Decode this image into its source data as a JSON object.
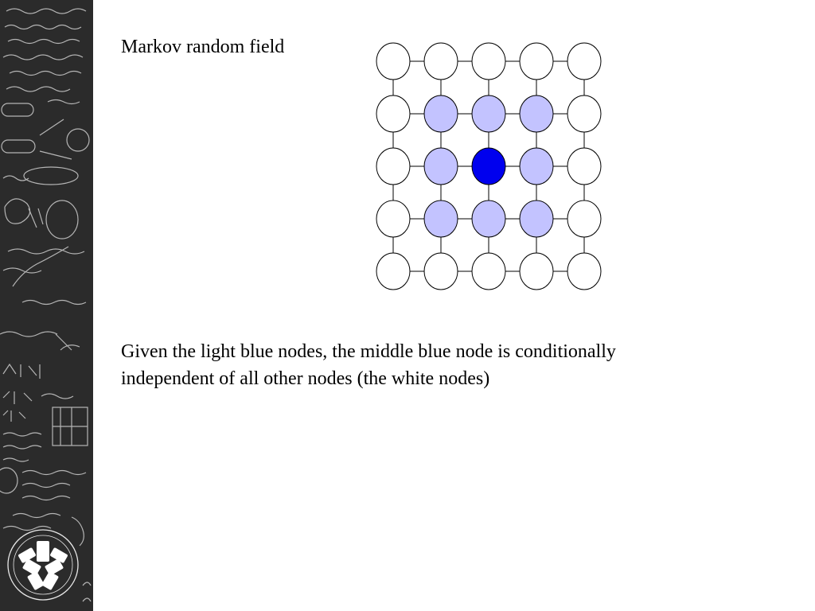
{
  "slide": {
    "title": "Markov random field",
    "caption": [
      "Given the light blue nodes, the middle blue node is conditionally",
      "independent of all other nodes (the white nodes)"
    ]
  },
  "sidebar": {
    "logo_icon": "university-seal-icon",
    "background_icon": "chalkboard-scribbles-icon"
  },
  "graph": {
    "rows": 5,
    "cols": 5,
    "nodes": [
      [
        "white",
        "white",
        "white",
        "white",
        "white"
      ],
      [
        "white",
        "light",
        "light",
        "light",
        "white"
      ],
      [
        "white",
        "light",
        "center",
        "light",
        "white"
      ],
      [
        "white",
        "light",
        "light",
        "light",
        "white"
      ],
      [
        "white",
        "white",
        "white",
        "white",
        "white"
      ]
    ],
    "colors": {
      "white": "#ffffff",
      "light": "#c3c3ff",
      "center": "#0000ee",
      "edge": "#000000"
    }
  }
}
